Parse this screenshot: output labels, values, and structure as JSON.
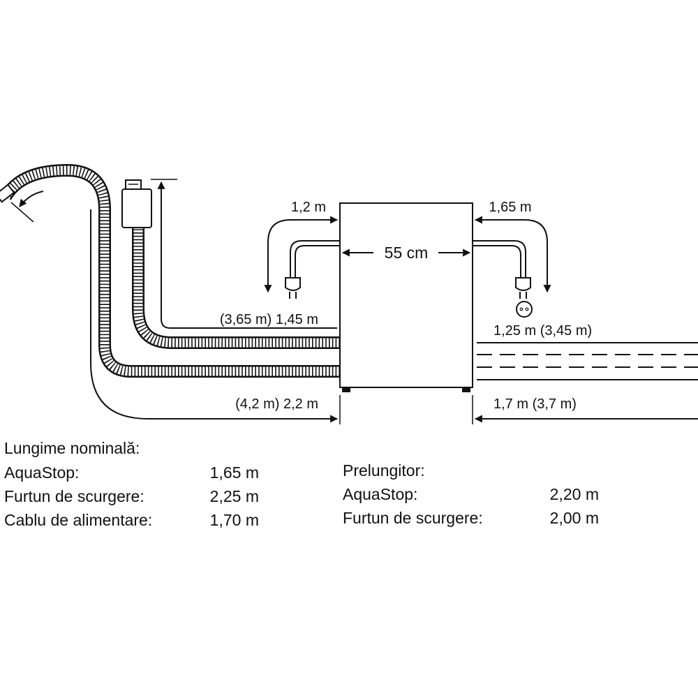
{
  "dimensions": {
    "width_label": "55 cm",
    "power_left": "1,2 m",
    "power_right": "1,65 m",
    "drain_height_label": "(3,65 m) 1,45 m",
    "drain_bottom_label": "(4,2 m) 2,2 m",
    "right_upper_label": "1,25 m (3,45 m)",
    "right_lower_label": "1,7 m (3,7 m)"
  },
  "nominal": {
    "heading": "Lungime nominală:",
    "rows": [
      {
        "label": "AquaStop:",
        "value": "1,65 m"
      },
      {
        "label": "Furtun de scurgere:",
        "value": "2,25 m"
      },
      {
        "label": "Cablu de alimentare:",
        "value": "1,70 m"
      }
    ]
  },
  "extension": {
    "heading": "Prelungitor:",
    "rows": [
      {
        "label": "AquaStop:",
        "value": "2,20 m"
      },
      {
        "label": "Furtun de scurgere:",
        "value": "2,00 m"
      }
    ]
  }
}
